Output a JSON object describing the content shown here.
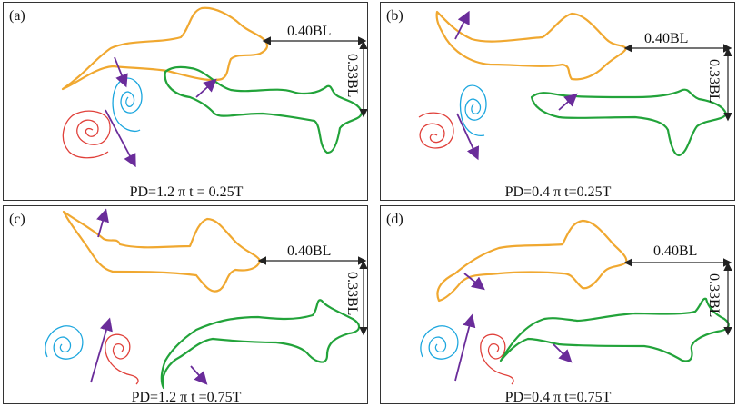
{
  "panels": [
    {
      "id": "a",
      "letter": "(a)",
      "caption": "PD=1.2 π t = 0.25T",
      "dist_x": "0.40BL",
      "dist_y": "0.33BL"
    },
    {
      "id": "b",
      "letter": "(b)",
      "caption": "PD=0.4 π t=0.25T",
      "dist_x": "0.40BL",
      "dist_y": "0.33BL"
    },
    {
      "id": "c",
      "letter": "(c)",
      "caption": "PD=1.2 π t =0.75T",
      "dist_x": "0.40BL",
      "dist_y": "0.33BL"
    },
    {
      "id": "d",
      "letter": "(d)",
      "caption": "PD=0.4 π t=0.75T",
      "dist_x": "0.40BL",
      "dist_y": "0.33BL"
    }
  ],
  "colors": {
    "leading_fish": "#F0A830",
    "trailing_fish": "#22A33A",
    "vortex_clockwise": "#E0403A",
    "vortex_counterclockwise": "#1BA6DE",
    "jet_arrow": "#6A2C9A",
    "frame": "#333333"
  }
}
